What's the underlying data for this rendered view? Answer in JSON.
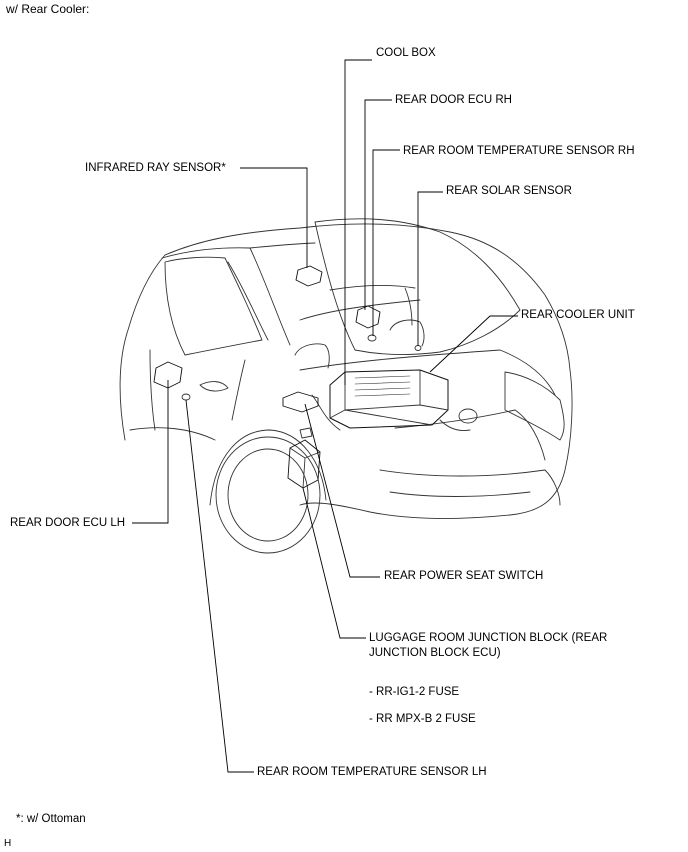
{
  "header": {
    "title": "w/ Rear Cooler:"
  },
  "labels": {
    "cool_box": "COOL BOX",
    "rear_door_ecu_rh": "REAR DOOR ECU RH",
    "rear_room_temp_sensor_rh": "REAR ROOM TEMPERATURE SENSOR RH",
    "rear_solar_sensor": "REAR SOLAR SENSOR",
    "infrared_ray_sensor": "INFRARED RAY SENSOR*",
    "rear_cooler_unit": "REAR COOLER UNIT",
    "rear_door_ecu_lh": "REAR DOOR ECU LH",
    "rear_power_seat_switch": "REAR POWER SEAT SWITCH",
    "luggage_room_jb_line1": "LUGGAGE ROOM JUNCTION BLOCK (REAR",
    "luggage_room_jb_line2": "JUNCTION BLOCK ECU)",
    "fuse_rr_ig1": "- RR-IG1-2 FUSE",
    "fuse_rr_mpx": "- RR MPX-B 2 FUSE",
    "rear_room_temp_sensor_lh": "REAR ROOM TEMPERATURE SENSOR LH"
  },
  "footnote": "*: w/ Ottoman",
  "figure_code": "H"
}
